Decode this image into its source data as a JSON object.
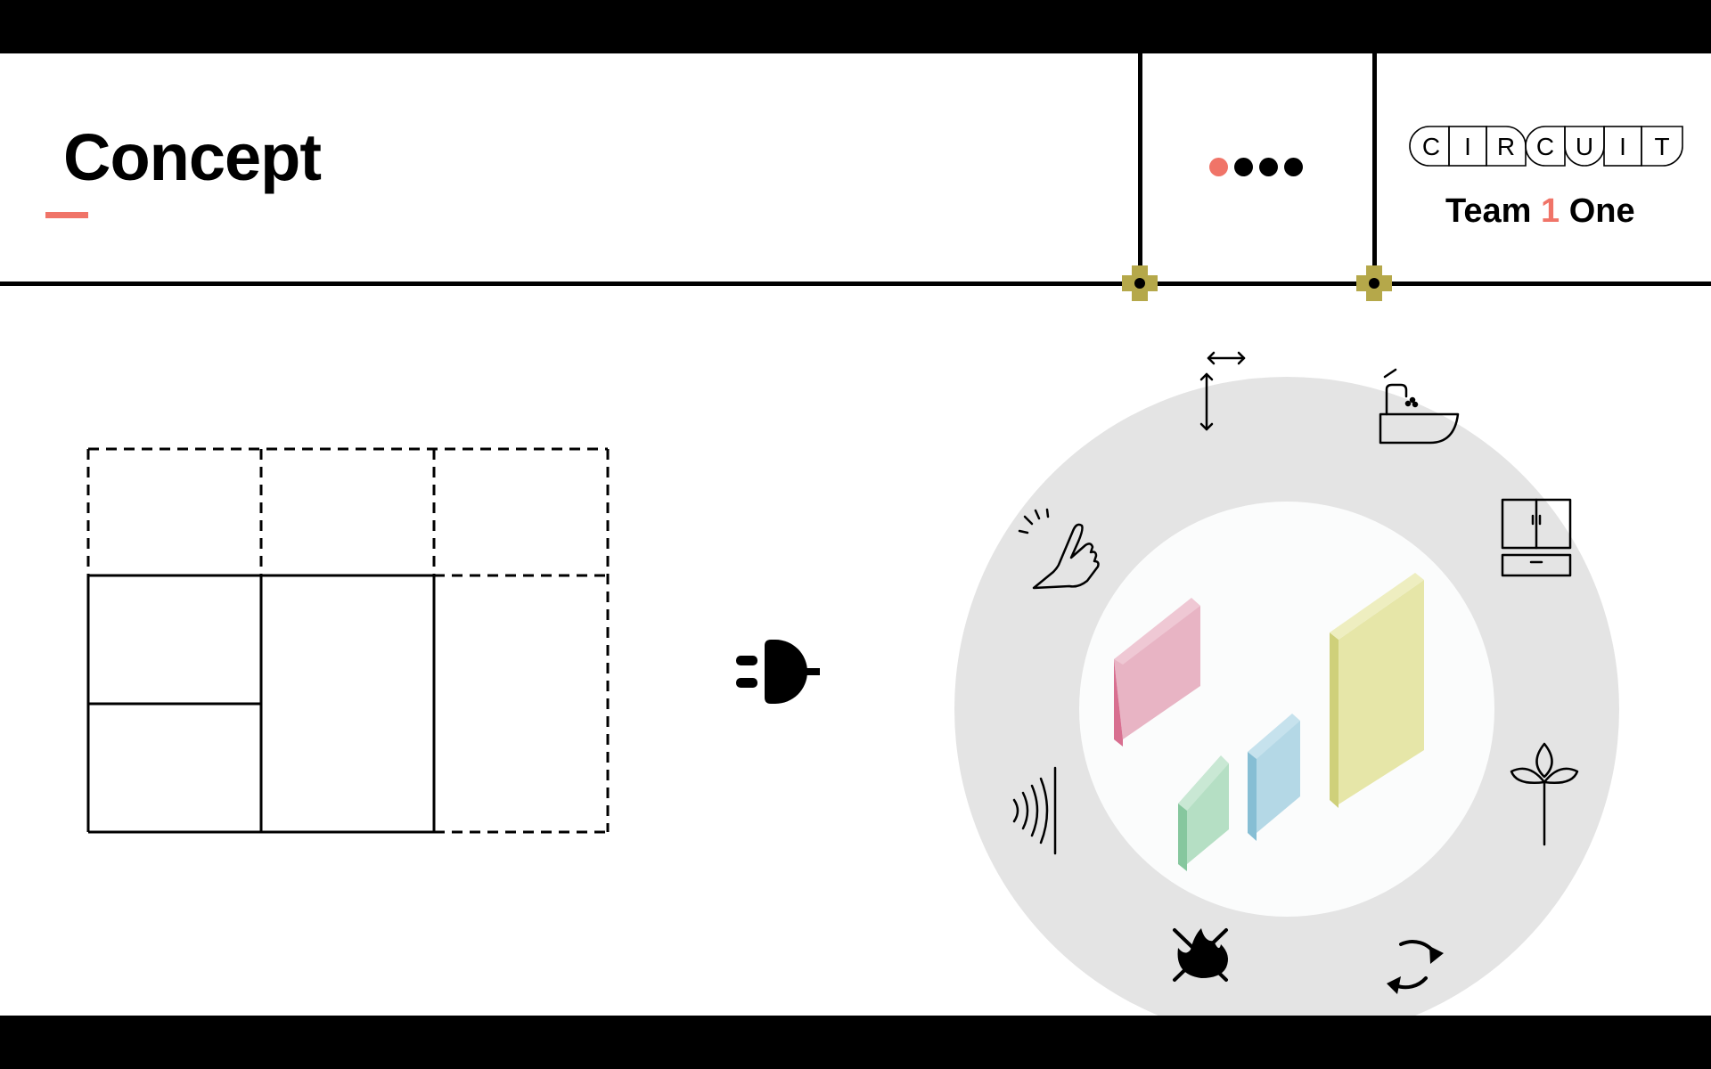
{
  "header": {
    "title": "Concept",
    "page_indicator": {
      "count": 4,
      "active_index": 0
    },
    "brand": {
      "logo_letters": [
        "C",
        "I",
        "R",
        "C",
        "U",
        "I",
        "T"
      ],
      "team_prefix": "Team",
      "team_number": "1",
      "team_suffix": "One"
    }
  },
  "colors": {
    "accent": "#f07468",
    "connector": "#b5a84a",
    "ring": "#e4e4e4",
    "inner_circle": "#fbfcfc",
    "panel_pink": "#e8b4c4",
    "panel_green": "#b5dfc4",
    "panel_blue": "#b4d8e6",
    "panel_yellow": "#e6e6a8"
  },
  "diagram": {
    "left_grid": "modular-grid",
    "connector": "plug-icon",
    "ring_icons": [
      "resize-arrows-icon",
      "sink-icon",
      "cabinet-icon",
      "plant-icon",
      "recycle-icon",
      "no-fire-icon",
      "acoustic-icon",
      "touch-icon"
    ],
    "center": "isometric-panels"
  }
}
